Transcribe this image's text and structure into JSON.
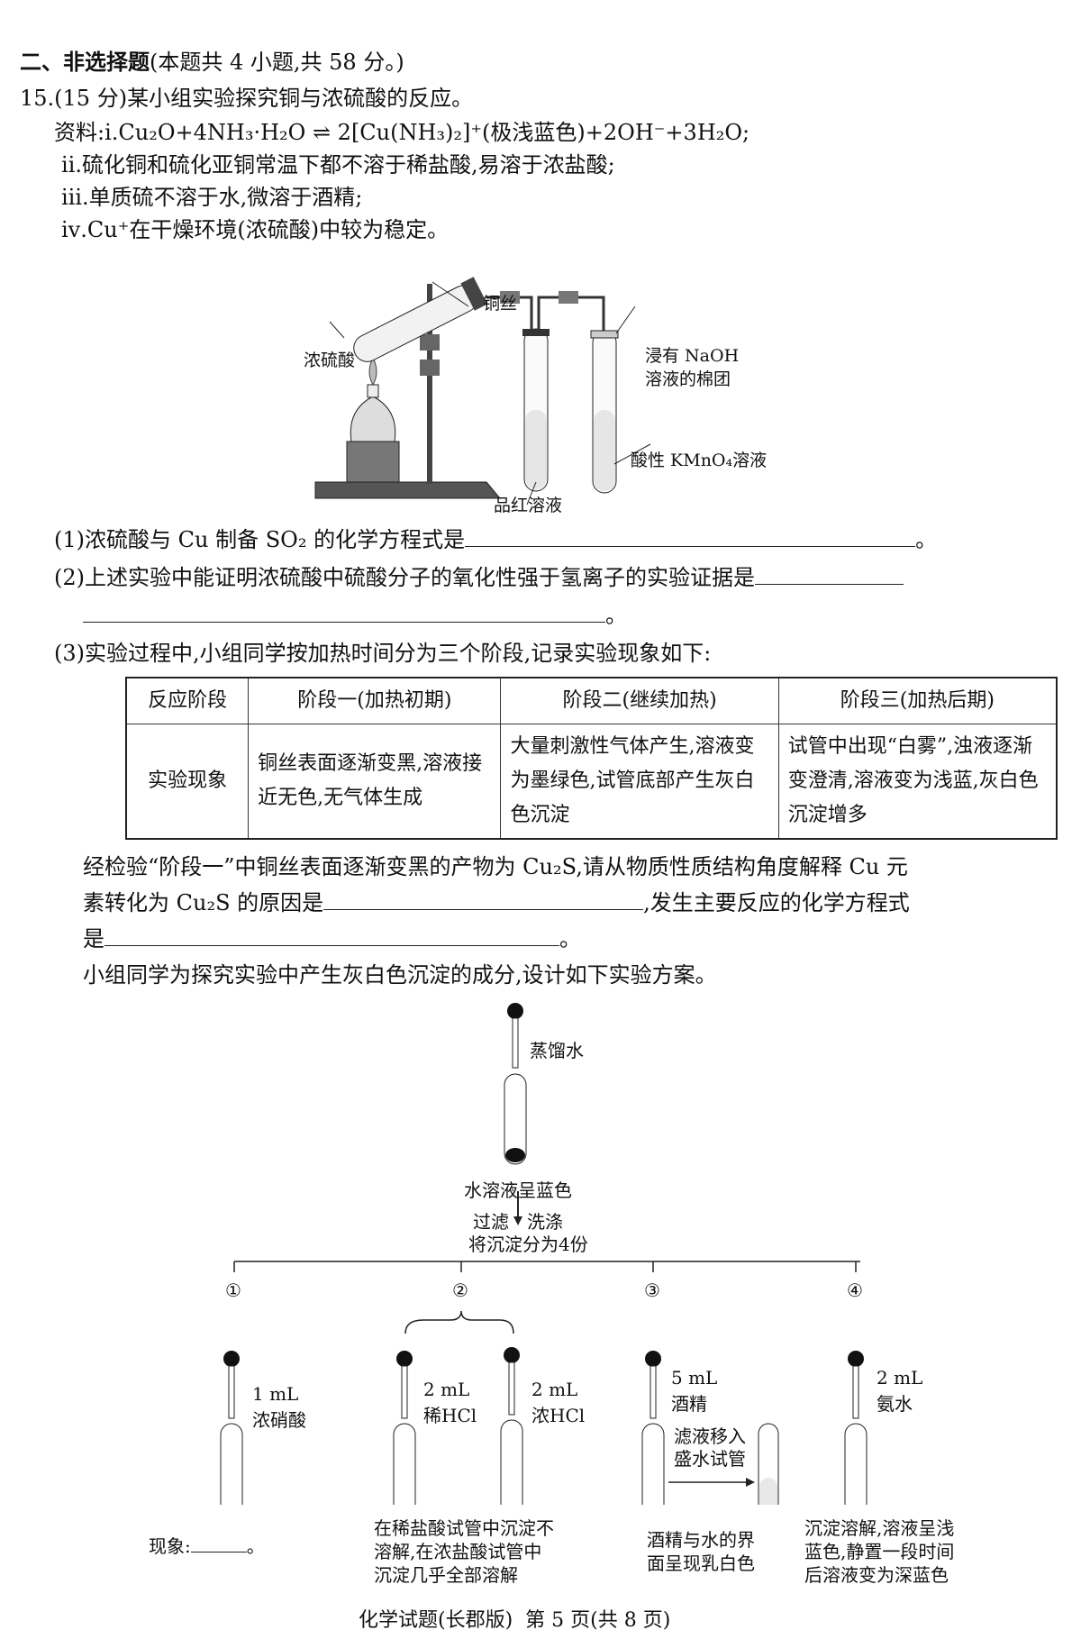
{
  "section": {
    "heading_bold": "二、非选择题",
    "heading_note": "(本题共 4 小题,共 58 分。)"
  },
  "question": {
    "number": "15.",
    "score": "(15 分)",
    "stem": "某小组实验探究铜与浓硫酸的反应。",
    "materials_label": "资料:",
    "materials": [
      {
        "index": "ⅰ.",
        "text": "Cu₂O+4NH₃·H₂O ⇌ 2[Cu(NH₃)₂]⁺(极浅蓝色)+2OH⁻+3H₂O;"
      },
      {
        "index": "ⅱ.",
        "text": "硫化铜和硫化亚铜常温下都不溶于稀盐酸,易溶于浓盐酸;"
      },
      {
        "index": "ⅲ.",
        "text": "单质硫不溶于水,微溶于酒精;"
      },
      {
        "index": "ⅳ.",
        "text": "Cu⁺在干燥环境(浓硫酸)中较为稳定。"
      }
    ],
    "apparatus_labels": {
      "copper_wire": "铜丝",
      "conc_sulfuric": "浓硫酸",
      "naoh_cotton_1": "浸有 NaOH",
      "naoh_cotton_2": "溶液的棉团",
      "kmno4": "酸性 KMnO₄溶液",
      "magenta": "品红溶液"
    },
    "parts": [
      {
        "label": "(1)",
        "text": "浓硫酸与 Cu 制备 SO₂ 的化学方程式是",
        "end": "。"
      },
      {
        "label": "(2)",
        "text": "上述实验中能证明浓硫酸中硫酸分子的氧化性强于氢离子的实验证据是",
        "end": "。"
      },
      {
        "label": "(3)",
        "text": "实验过程中,小组同学按加热时间分为三个阶段,记录实验现象如下:"
      }
    ],
    "table": {
      "headers": [
        "反应阶段",
        "阶段一(加热初期)",
        "阶段二(继续加热)",
        "阶段三(加热后期)"
      ],
      "row_label": "实验现象",
      "cells": [
        "铜丝表面逐渐变黑,溶液接近无色,无气体生成",
        "大量刺激性气体产生,溶液变为墨绿色,试管底部产生灰白色沉淀",
        "试管中出现“白雾”,浊液逐渐变澄清,溶液变为浅蓝,灰白色沉淀增多"
      ]
    },
    "after_table": {
      "line1": "经检验“阶段一”中铜丝表面逐渐变黑的产物为 Cu₂S,请从物质性质结构角度解释 Cu 元",
      "line2_a": "素转化为 Cu₂S 的原因是",
      "line2_b": ",发生主要反应的化学方程式",
      "line3_a": "是",
      "line3_end": "。",
      "line4": "小组同学为探究实验中产生灰白色沉淀的成分,设计如下实验方案。"
    },
    "flow": {
      "top_reagent": "蒸馏水",
      "top_result": "水溶液呈蓝色",
      "step_left": "过滤",
      "step_right": "洗涤",
      "split": "将沉淀分为4份",
      "branches": [
        {
          "num": "①",
          "reagent_amount": "1 mL",
          "reagent": "浓硝酸",
          "observation_label": "现象:",
          "observation_end": "。"
        },
        {
          "num": "②",
          "reagent_amount_a": "2 mL",
          "reagent_a": "稀HCl",
          "reagent_amount_b": "2 mL",
          "reagent_b": "浓HCl",
          "observation": [
            "在稀盐酸试管中沉淀不",
            "溶解,在浓盐酸试管中",
            "沉淀几乎全部溶解"
          ]
        },
        {
          "num": "③",
          "reagent_amount": "5 mL",
          "reagent": "酒精",
          "transfer": [
            "滤液移入",
            "盛水试管"
          ],
          "observation": [
            "酒精与水的界",
            "面呈现乳白色"
          ]
        },
        {
          "num": "④",
          "reagent_amount": "2 mL",
          "reagent": "氨水",
          "observation": [
            "沉淀溶解,溶液呈浅",
            "蓝色,静置一段时间",
            "后溶液变为深蓝色"
          ]
        }
      ]
    }
  },
  "footer": "化学试题(长郡版)  第 5 页(共 8 页)"
}
